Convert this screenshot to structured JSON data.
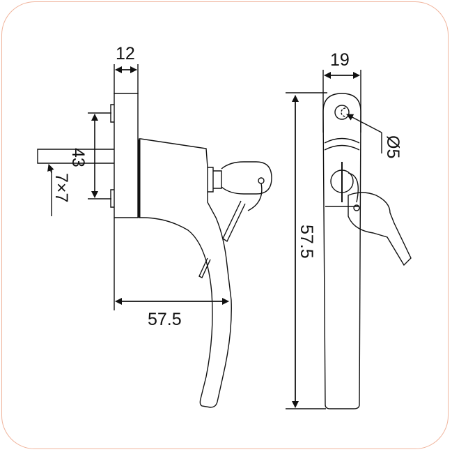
{
  "drawing": {
    "title": "Window handle with key lock - technical dimensions",
    "frame_color": "#f0b49c",
    "line_color": "#111111",
    "side_view": {
      "dimensions": {
        "base_depth": "12",
        "screw_spacing": "43",
        "spindle_size": "7×7",
        "handle_projection": "57.5"
      }
    },
    "front_view": {
      "dimensions": {
        "width": "19",
        "height": "57.5",
        "hole_diameter": "Ø5"
      }
    }
  }
}
